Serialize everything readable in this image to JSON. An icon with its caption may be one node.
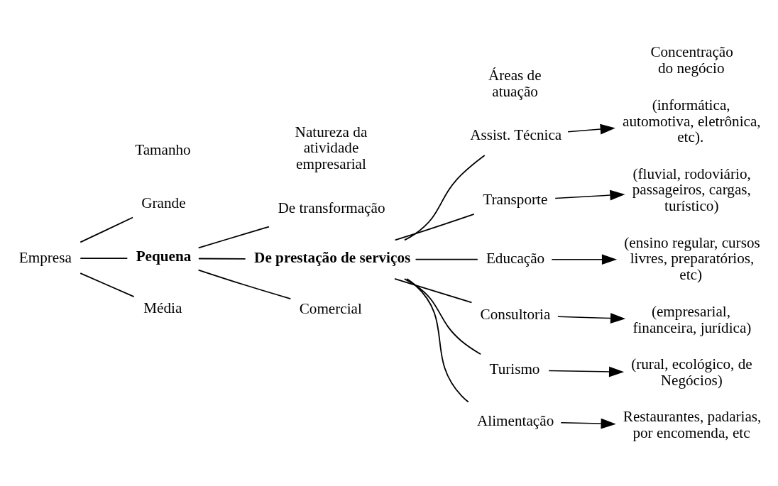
{
  "diagram": {
    "nodes": [
      {
        "text": [
          "Empresa"
        ]
      },
      {
        "text": [
          "Grande"
        ]
      },
      {
        "text": [
          "Média"
        ]
      },
      {
        "text": [
          "Pequena"
        ]
      },
      {
        "text": [
          "De transformação"
        ]
      },
      {
        "text": [
          "Comercial"
        ]
      },
      {
        "text": [
          "De prestação de serviços"
        ]
      },
      {
        "text": [
          "Assist. Técnica"
        ]
      },
      {
        "text": [
          "Transporte"
        ]
      },
      {
        "text": [
          "Educação"
        ]
      },
      {
        "text": [
          "Consultoria"
        ]
      },
      {
        "text": [
          "Turismo"
        ]
      },
      {
        "text": [
          "Alimentação"
        ]
      },
      {
        "text": [
          "(informática, automotiva, eletrônica, etc)."
        ]
      },
      {
        "text": [
          "(fluvial, rodoviário, passageiros, cargas, turístico)"
        ]
      },
      {
        "text": [
          "(ensino regular, cursos livres, preparatórios, etc)"
        ]
      },
      {
        "text": [
          "(empresarial, financeira, jurídica)"
        ]
      },
      {
        "text": [
          "(rural, ecológico, de Negócios)"
        ]
      },
      {
        "text": [
          "Restaurantes, padarias, por encomenda, etc"
        ]
      }
    ],
    "edges": [
      {
        "from": 0,
        "to": 1,
        "arrow": "none"
      },
      {
        "from": 0,
        "to": 2,
        "arrow": "none"
      },
      {
        "from": 0,
        "to": 3,
        "arrow": "none"
      },
      {
        "from": 3,
        "to": 4,
        "arrow": "none"
      },
      {
        "from": 3,
        "to": 5,
        "arrow": "none"
      },
      {
        "from": 3,
        "to": 6,
        "arrow": "none"
      },
      {
        "from": 6,
        "to": 7,
        "arrow": "none"
      },
      {
        "from": 6,
        "to": 8,
        "arrow": "none"
      },
      {
        "from": 6,
        "to": 9,
        "arrow": "none"
      },
      {
        "from": 6,
        "to": 10,
        "arrow": "none"
      },
      {
        "from": 6,
        "to": 11,
        "arrow": "none"
      },
      {
        "from": 6,
        "to": 12,
        "arrow": "none"
      },
      {
        "from": 7,
        "to": 13,
        "arrow": "to"
      },
      {
        "from": 8,
        "to": 14,
        "arrow": "to"
      },
      {
        "from": 9,
        "to": 15,
        "arrow": "to"
      },
      {
        "from": 10,
        "to": 16,
        "arrow": "to"
      },
      {
        "from": 11,
        "to": 17,
        "arrow": "to"
      },
      {
        "from": 12,
        "to": 18,
        "arrow": "to"
      }
    ],
    "labels": [
      "Tamanho",
      "Natureza da atividade empresarial",
      "Áreas de atuação",
      "Concentração do negócio"
    ]
  }
}
